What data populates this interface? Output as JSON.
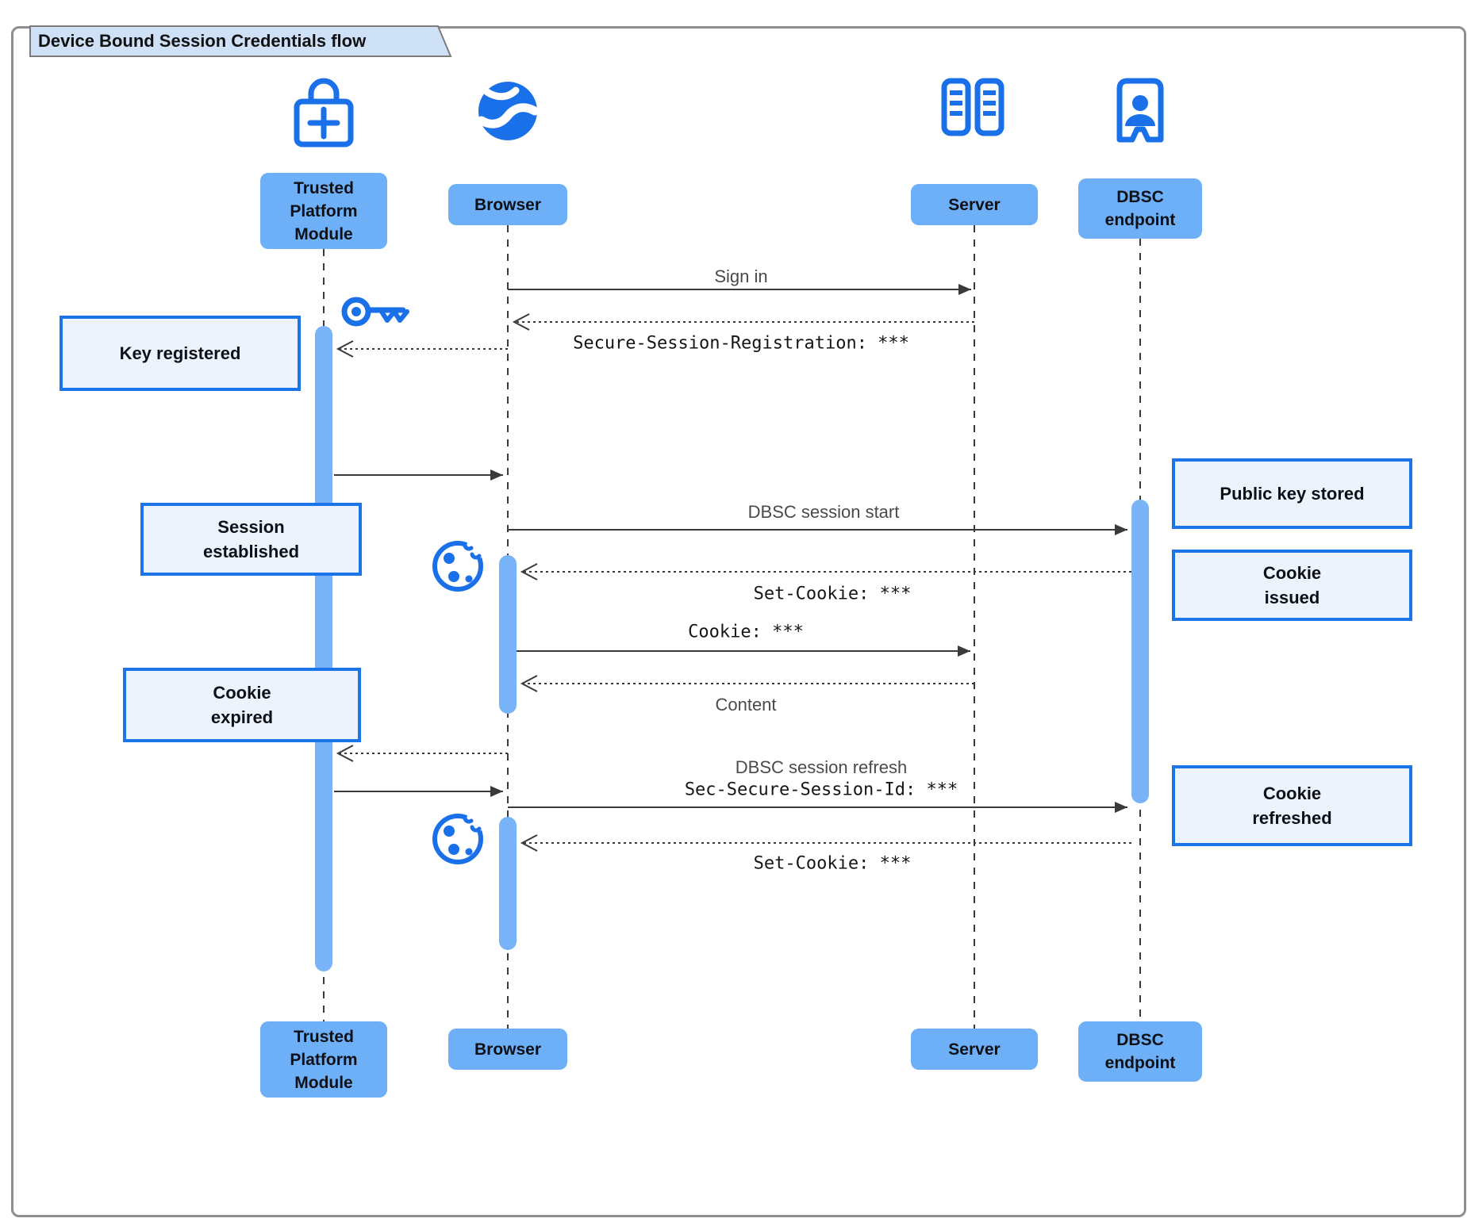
{
  "title": "Device Bound Session Credentials flow",
  "actors": {
    "tpm": {
      "label": "Trusted\nPlatform\nModule"
    },
    "browser": {
      "label": "Browser"
    },
    "server": {
      "label": "Server"
    },
    "dbsc": {
      "label": "DBSC\nendpoint"
    }
  },
  "messages": {
    "sign_in": "Sign in",
    "secure_session_registration": "Secure-Session-Registration: ***",
    "dbsc_session_start": "DBSC session start",
    "set_cookie_1": "Set-Cookie: ***",
    "cookie": "Cookie: ***",
    "content": "Content",
    "dbsc_session_refresh": "DBSC session refresh",
    "sec_secure_session_id": "Sec-Secure-Session-Id: ***",
    "set_cookie_2": "Set-Cookie: ***"
  },
  "notes": {
    "key_registered": "Key registered",
    "session_established": "Session\nestablished",
    "cookie_expired": "Cookie\nexpired",
    "public_key_stored": "Public key stored",
    "cookie_issued": "Cookie\nissued",
    "cookie_refreshed": "Cookie\nrefreshed"
  },
  "icons": [
    "lock-plus-icon",
    "globe-icon",
    "server-racks-icon",
    "person-badge-icon",
    "key-icon",
    "cookie-icon",
    "cookie-icon"
  ],
  "colors": {
    "icon_blue": "#1a70e8",
    "actor_fill": "#6eb0f7",
    "activation_fill": "#79b4f8",
    "note_fill": "#edf3fc",
    "note_border": "#1c75e8",
    "title_tab_fill": "#cfe1f7",
    "frame_border": "#8f8f8f",
    "line_color": "#3a3a3a"
  }
}
